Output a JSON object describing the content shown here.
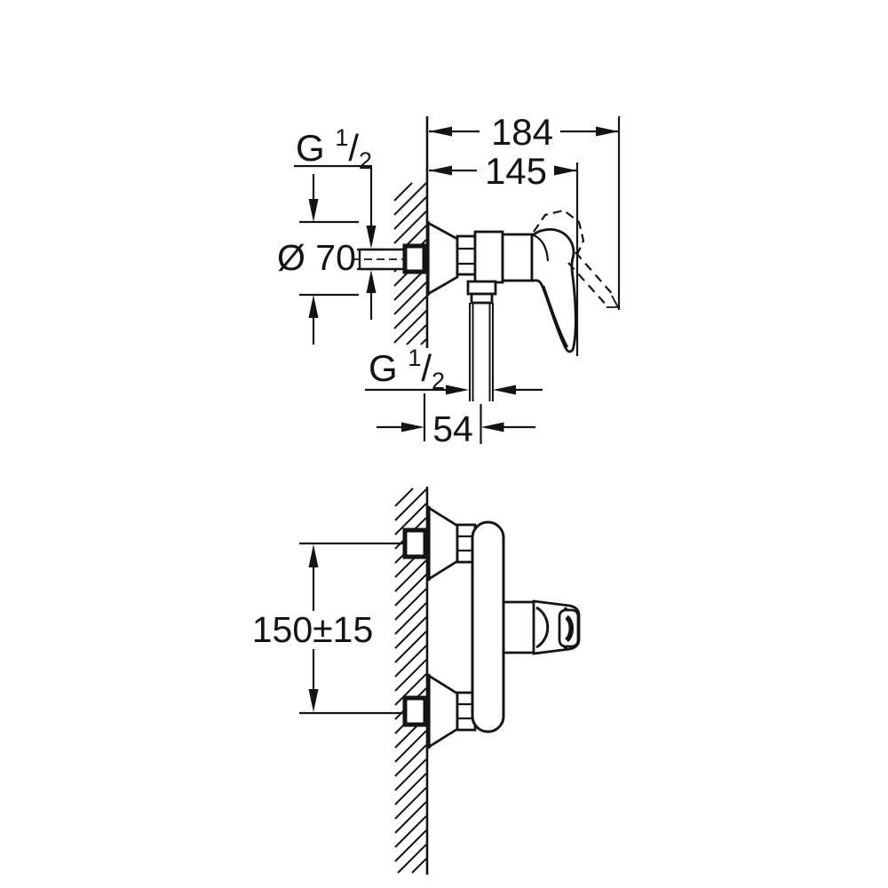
{
  "page": {
    "background": "#ffffff",
    "line_color": "#141414",
    "description": "Technical dimension drawing of a wall-mounted single-lever shower mixer, plan view (top) and side elevation (bottom)"
  },
  "top_view": {
    "width_overall": "184",
    "width_to_handle": "145",
    "thread_wall": {
      "g": "G",
      "num": "1",
      "slash": "/",
      "den": "2"
    },
    "escutcheon_diameter": "Ø 70",
    "thread_outlet": {
      "g": "G",
      "num": "1",
      "slash": "/",
      "den": "2"
    },
    "outlet_offset": "54"
  },
  "bottom_view": {
    "connection_spacing": "150±15"
  }
}
